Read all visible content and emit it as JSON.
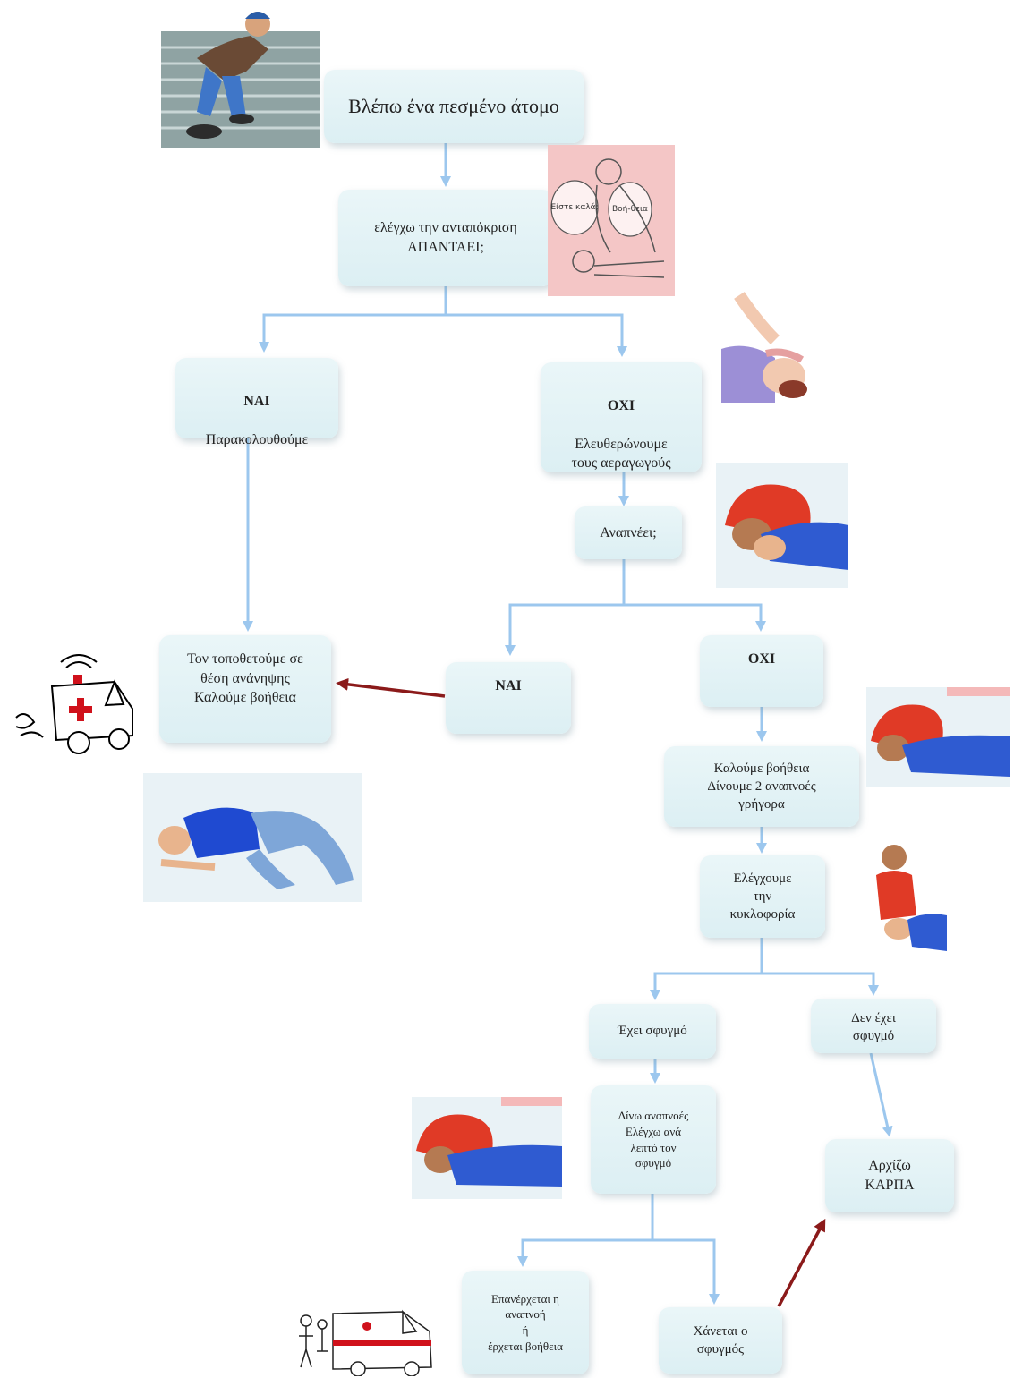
{
  "nodes": {
    "start": "Βλέπω ένα πεσμένο άτομο",
    "check_response": "ελέγχω την ανταπόκριση\nΑΠΑΝΤΑΕΙ;",
    "yes_1_title": "ΝΑΙ",
    "yes_1_text": "Παρακολουθούμε",
    "no_1_title": "ΟΧΙ",
    "no_1_text": "Ελευθερώνουμε\nτους αεραγωγούς",
    "breathing": "Αναπνέει;",
    "yes_2": "ΝΑΙ",
    "no_2": "ΟΧΙ",
    "recovery": "Τον τοποθετούμε σε\nθέση ανάνηψης\nΚαλούμε βοήθεια",
    "call_help": "Καλούμε βοήθεια\nΔίνουμε 2 αναπνοές\nγρήγορα",
    "circulation": "Ελέγχουμε\nτην\nκυκλοφορία",
    "has_pulse": "Έχει σφυγμό",
    "no_pulse": "Δεν έχει\nσφυγμό",
    "give_breaths": "Δίνω αναπνοές\nΕλέγχω ανά\nλεπτό τον\nσφυγμό",
    "start_cpr": "Αρχίζω\nΚΑΡΠΑ",
    "breathing_returns": "Επανέρχεται η\nαναπνοή\nή\nέρχεται βοήθεια",
    "pulse_lost": "Χάνεται ο\nσφυγμός"
  },
  "illustrations": {
    "check_bubble_1": "Είστε καλά;",
    "check_bubble_2": "Βοή-θεια"
  },
  "colors": {
    "box_fill": "#dcefF3",
    "flow_arrow": "#9cc7ee",
    "cross_arrow": "#8b1a1a"
  }
}
